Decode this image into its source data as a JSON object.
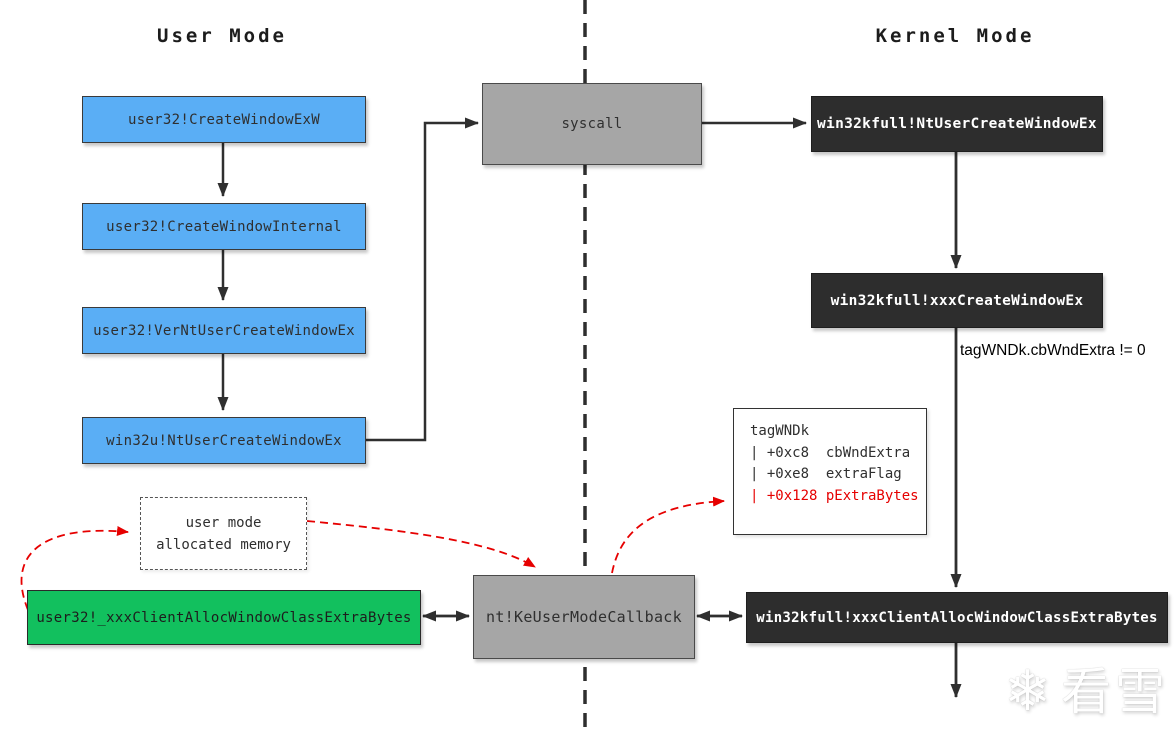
{
  "titles": {
    "user_mode": "User Mode",
    "kernel_mode": "Kernel Mode"
  },
  "user_chain": [
    "user32!CreateWindowExW",
    "user32!CreateWindowInternal",
    "user32!VerNtUserCreateWindowEx",
    "win32u!NtUserCreateWindowEx"
  ],
  "syscall": {
    "label": "syscall"
  },
  "kernel_chain": [
    "win32kfull!NtUserCreateWindowEx",
    "win32kfull!xxxCreateWindowEx",
    "win32kfull!xxxClientAllocWindowClassExtraBytes"
  ],
  "condition_label": "tagWNDk.cbWndExtra != 0",
  "callback_box": "nt!KeUserModeCallback",
  "client_alloc_box": "user32!_xxxClientAllocWindowClassExtraBytes",
  "memory_box": {
    "line1": "user mode",
    "line2": "allocated memory"
  },
  "tagwndk": {
    "title": "tagWNDk",
    "rows": [
      {
        "text": "| +0xc8  cbWndExtra"
      },
      {
        "text": "| +0xe8  extraFlag"
      },
      {
        "text": "| +0x128 pExtraBytes"
      }
    ]
  },
  "watermark": {
    "icon_glyph": "❄",
    "text": "看雪"
  },
  "colors": {
    "user_box_blue": "#5aaef5",
    "kernel_box_dark": "#2d2d2d",
    "gray_box": "#a6a6a6",
    "alloc_box_green": "#12c05e",
    "highlight_red": "#e60000"
  }
}
